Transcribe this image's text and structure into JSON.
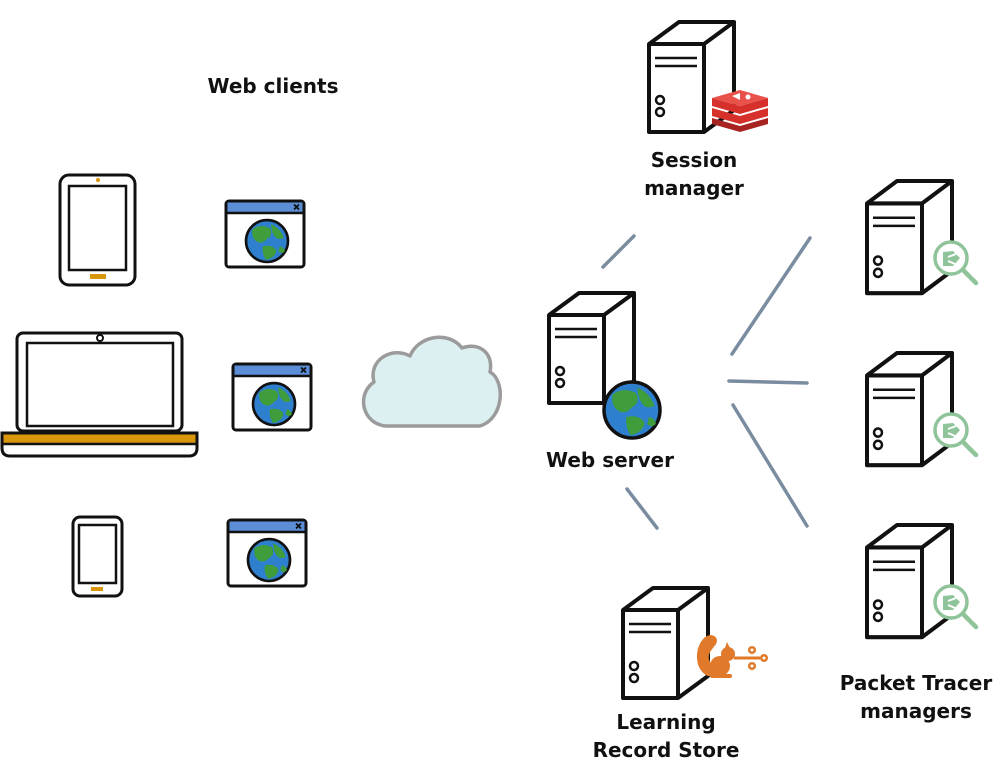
{
  "labels": {
    "web_clients": "Web clients",
    "session_manager": [
      "Session",
      "manager"
    ],
    "web_server": "Web server",
    "learning_record_store": [
      "Learning",
      "Record Store"
    ],
    "packet_tracer_managers": [
      "Packet Tracer",
      "managers"
    ]
  },
  "colors": {
    "stroke": "#111111",
    "device_accent": "#d9960a",
    "browser_bar": "#5b8ed6",
    "globe_water": "#2f7fcf",
    "globe_land": "#3f9d3c",
    "cloud_fill": "#dcf0f2",
    "cloud_stroke": "#9b9b9b",
    "connector": "#7a8ca0",
    "redis_red": "#d6302a",
    "squirrel_orange": "#e07a2a",
    "tracer_green": "#8fc49a"
  },
  "icons": {
    "client_devices": [
      "tablet-icon",
      "laptop-icon",
      "phone-icon"
    ],
    "browsers": [
      "browser-globe-icon",
      "browser-globe-icon",
      "browser-globe-icon"
    ],
    "network": "cloud-icon",
    "servers": [
      "server-icon"
    ],
    "badges": [
      "redis-icon",
      "globe-icon",
      "squirrel-icon",
      "magnifier-icon"
    ]
  }
}
